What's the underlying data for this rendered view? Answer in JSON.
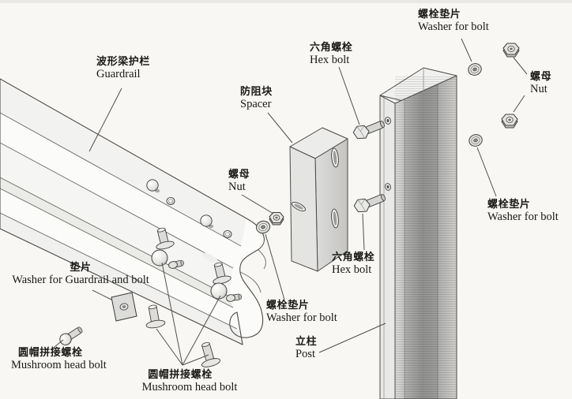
{
  "figure": {
    "colors": {
      "background": "#f8f7f4",
      "line": "#4a4a48",
      "text": "#191917",
      "metal_light": "#e9e9e7",
      "metal_mid": "#d2d2d0",
      "metal_dark": "#a6a6a4"
    },
    "labels": {
      "guardrail": {
        "zh": "波形梁护栏",
        "en": "Guardrail"
      },
      "spacer": {
        "zh": "防阻块",
        "en": "Spacer"
      },
      "nut_left": {
        "zh": "螺母",
        "en": "Nut"
      },
      "hex_bolt_top": {
        "zh": "六角螺栓",
        "en": "Hex bolt"
      },
      "washer_top": {
        "zh": "螺栓垫片",
        "en": "Washer for bolt"
      },
      "nut_right": {
        "zh": "螺母",
        "en": "Nut"
      },
      "washer_right": {
        "zh": "螺栓垫片",
        "en": "Washer for bolt"
      },
      "hex_bolt_mid": {
        "zh": "六角螺栓",
        "en": "Hex bolt"
      },
      "post": {
        "zh": "立柱",
        "en": "Post"
      },
      "washer_center": {
        "zh": "螺栓垫片",
        "en": "Washer for bolt"
      },
      "washer_guardrail": {
        "zh": "垫片",
        "en": "Washer for Guardrail and bolt"
      },
      "mushroom_left": {
        "zh": "圆帽拼接螺栓",
        "en": "Mushroom head bolt"
      },
      "mushroom_bottom": {
        "zh": "圆帽拼接螺栓",
        "en": "Mushroom head bolt"
      }
    }
  }
}
